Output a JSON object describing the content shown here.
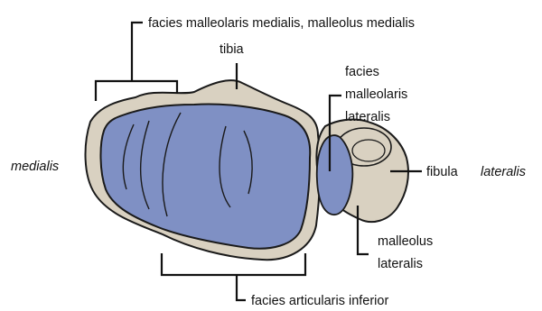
{
  "diagram": {
    "labels": {
      "facies_malleolaris_medialis": "facies malleolaris medialis, malleolus medialis",
      "tibia": "tibia",
      "facies_malleolaris_lateralis": [
        "facies",
        "malleolaris",
        "lateralis"
      ],
      "medialis": "medialis",
      "fibula": "fibula",
      "lateralis": "lateralis",
      "malleolus_lateralis": [
        "malleolus",
        "lateralis"
      ],
      "facies_articularis_inferior": "facies articularis inferior"
    },
    "colors": {
      "bone": "#d9d1c1",
      "bone_edge": "#1a1a1a",
      "articular_surface": "#7f90c4",
      "articular_edge": "#1a1a1a",
      "leader_line": "#111111"
    }
  }
}
